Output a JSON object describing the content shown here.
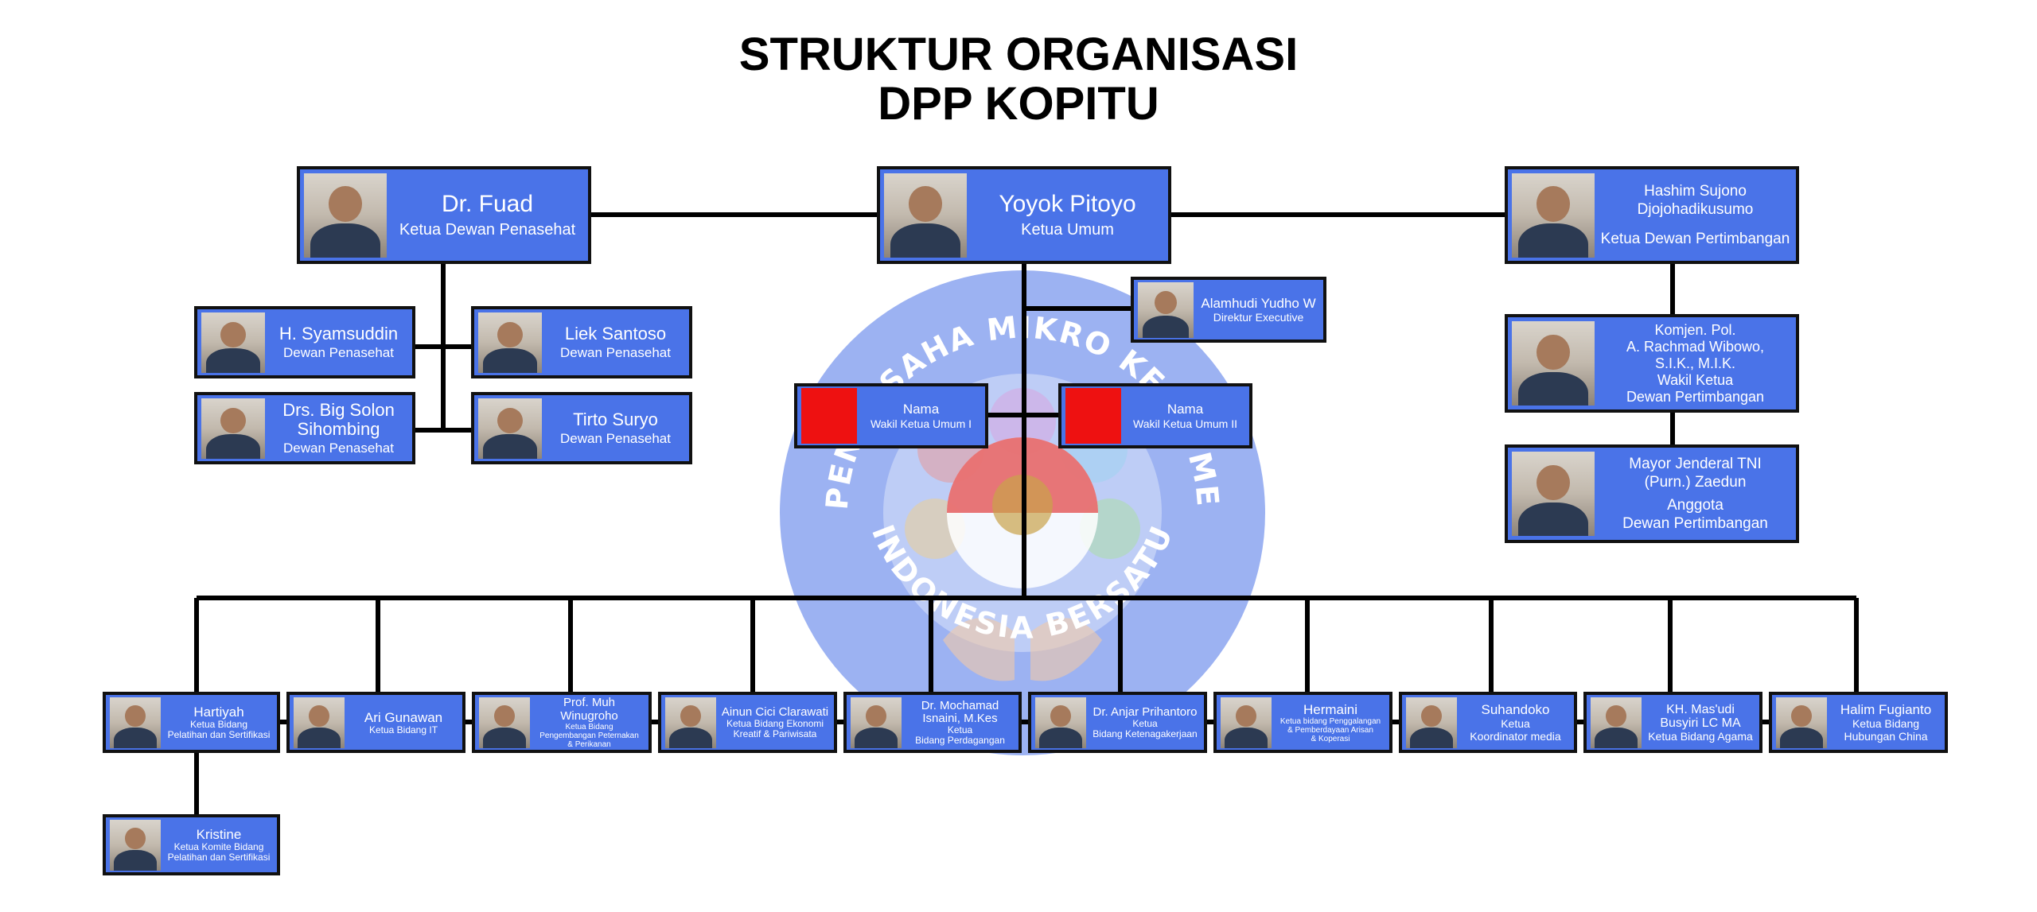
{
  "title": {
    "line1": "STRUKTUR ORGANISASI",
    "line2": "DPP KOPITU"
  },
  "emblem": {
    "top_text": "KOMITE PENGUSAHA MIKRO KECIL MENENGAH",
    "bottom_text": "INDONESIA BERSATU"
  },
  "leadership": {
    "ketua_umum": {
      "name": "Yoyok Pitoyo",
      "role": "Ketua Umum"
    },
    "ketua_dewan_penasehat": {
      "name": "Dr. Fuad",
      "role": "Ketua Dewan Penasehat"
    },
    "ketua_dewan_pertimbangan": {
      "name": "Hashim Sujono\nDjojohadikusumo",
      "role": "Ketua Dewan Pertimbangan"
    },
    "direktur_executive": {
      "name": "Alamhudi Yudho W",
      "role": "Direktur Executive"
    },
    "wakil_ketua_umum_1": {
      "name": "Nama",
      "role": "Wakil Ketua Umum I"
    },
    "wakil_ketua_umum_2": {
      "name": "Nama",
      "role": "Wakil Ketua Umum II"
    }
  },
  "dewan_penasehat": [
    {
      "name": "H. Syamsuddin",
      "role": "Dewan Penasehat"
    },
    {
      "name": "Liek Santoso",
      "role": "Dewan Penasehat"
    },
    {
      "name": "Drs. Big Solon\nSihombing",
      "role": "Dewan Penasehat"
    },
    {
      "name": "Tirto Suryo",
      "role": "Dewan Penasehat"
    }
  ],
  "dewan_pertimbangan": [
    {
      "name": "Komjen. Pol.\nA. Rachmad Wibowo,\nS.I.K., M.I.K.",
      "role": "Wakil Ketua\nDewan Pertimbangan"
    },
    {
      "name": "Mayor Jenderal TNI\n(Purn.) Zaedun",
      "role": "Anggota\nDewan Pertimbangan"
    }
  ],
  "bidang": [
    {
      "name": "Hartiyah",
      "role": "Ketua Bidang\nPelatihan dan Sertifikasi"
    },
    {
      "name": "Ari Gunawan",
      "role": "Ketua Bidang IT"
    },
    {
      "name": "Prof. Muh Winugroho",
      "role": "Ketua Bidang\nPengembangan Peternakan\n& Perikanan"
    },
    {
      "name": "Ainun Cici Clarawati",
      "role": "Ketua Bidang Ekonomi\nKreatif & Pariwisata"
    },
    {
      "name": "Dr. Mochamad\nIsnaini, M.Kes",
      "role": "Ketua\nBidang Perdagangan"
    },
    {
      "name": "Dr. Anjar Prihantoro",
      "role": "Ketua\nBidang Ketenagakerjaan"
    },
    {
      "name": "Hermaini",
      "role": "Ketua bidang Penggalangan\n& Pemberdayaan Arisan\n& Koperasi"
    },
    {
      "name": "Suhandoko",
      "role": "Ketua\nKoordinator media"
    },
    {
      "name": "KH. Mas'udi\nBusyiri LC MA",
      "role": "Ketua Bidang Agama"
    },
    {
      "name": "Halim Fugianto",
      "role": "Ketua Bidang\nHubungan China"
    }
  ],
  "komite": {
    "name": "Kristine",
    "role": "Ketua Komite Bidang\nPelatihan dan Sertifikasi"
  },
  "colors": {
    "box": "#4a73e8",
    "border": "#111111",
    "connector": "#000000",
    "emblem": "#4a73e8"
  }
}
